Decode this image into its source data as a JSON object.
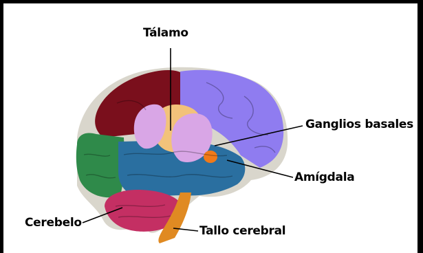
{
  "labels": {
    "thalamus": "Tálamo",
    "basal_ganglia": "Ganglios basales",
    "amygdala": "Amígdala",
    "cerebellum": "Cerebelo",
    "brainstem": "Tallo cerebral"
  },
  "colors": {
    "frontal": "#8f7cf0",
    "parietal": "#7a0f1c",
    "occipital": "#2f8a4a",
    "temporal": "#2a6fa0",
    "cerebellum": "#c42f63",
    "brainstem": "#e08a22",
    "thalamus": "#f2c27a",
    "basal_ganglia": "#d9a6e6",
    "amygdala": "#f07a1a"
  }
}
